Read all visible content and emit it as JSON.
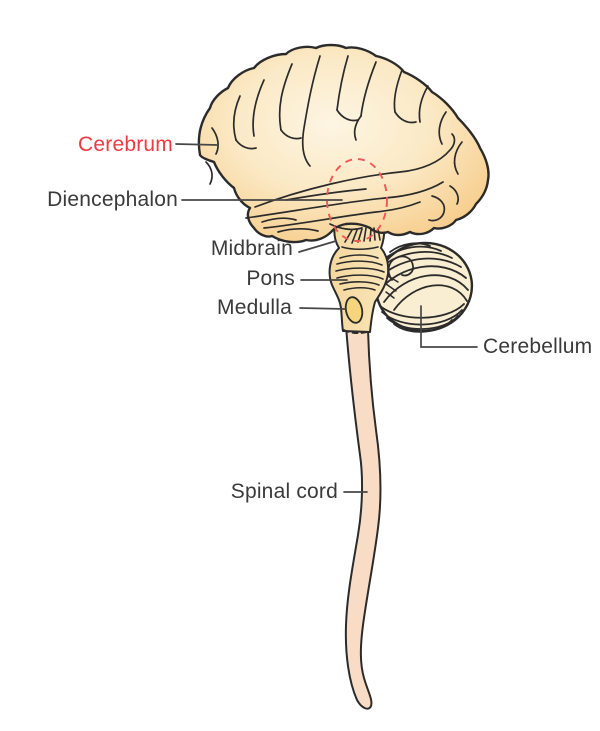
{
  "diagram": {
    "name": "Human brain anatomy diagram",
    "labels": {
      "cerebrum": "Cerebrum",
      "diencephalon": "Diencephalon",
      "midbrain": "Midbrain",
      "pons": "Pons",
      "medulla": "Medulla",
      "cerebellum": "Cerebellum",
      "spinal_cord": "Spinal cord"
    },
    "colors": {
      "cerebrum_label": "#ee3a40",
      "default_label": "#3a3a3a",
      "outline": "#2b2b2b",
      "pointer_line": "#474747",
      "dashed_highlight": "#f25757",
      "brain_fill_center": "#fdf4df",
      "brain_fill_edge": "#f7cd8c",
      "brainstem_fill": "#f6dca6",
      "cerebellum_fill": "#faeed2",
      "spinal_cord_fill": "#f9dcc6",
      "medulla_oval_fill": "#f5d57e"
    }
  }
}
